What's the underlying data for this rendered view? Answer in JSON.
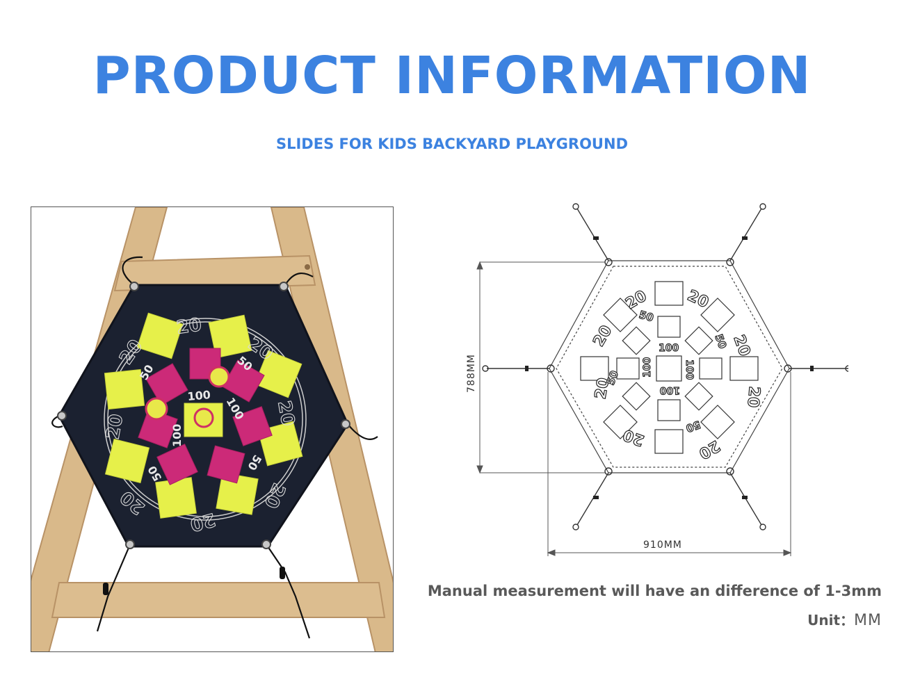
{
  "header": {
    "title": "PRODUCT INFORMATION",
    "subtitle": "SLIDES FOR KIDS BACKYARD PLAYGROUND"
  },
  "diagram": {
    "height_label": "788MM",
    "width_label": "910MM",
    "score_labels": {
      "outer": "20",
      "middle": "50",
      "inner": "100"
    }
  },
  "photo": {
    "score_labels": {
      "outer": "20",
      "middle": "50",
      "inner": "100"
    }
  },
  "footer": {
    "note": "Manual measurement will have an difference of 1-3mm",
    "unit_label": "Unit：",
    "unit_value": "MM"
  },
  "colors": {
    "title_blue": "#3c82e0",
    "text_gray": "#595959",
    "wood": "#d9b98a",
    "fabric": "#1b2130",
    "yellow_pad": "#e6f04a",
    "pink_pad": "#cc2a78"
  }
}
